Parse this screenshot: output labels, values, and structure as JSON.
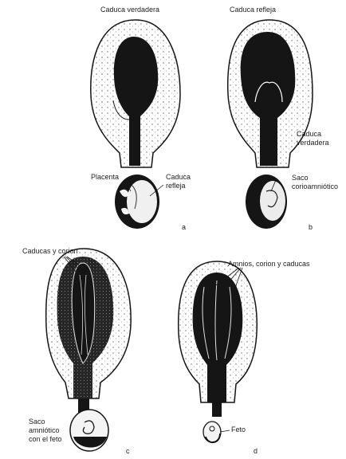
{
  "panels": {
    "a": {
      "letter": "a",
      "top_label": "Caduca verdadera",
      "placenta_label": "Placenta",
      "reflexa_label": "Caduca\nrefleja"
    },
    "b": {
      "letter": "b",
      "top_label": "Caduca refleja",
      "vera_label": "Caduca\nverdadera",
      "sac_label": "Saco\ncorioamniótico"
    },
    "c": {
      "letter": "c",
      "top_label": "Caducas y corion",
      "sac_label": "Saco\namniótico\ncon el feto"
    },
    "d": {
      "letter": "d",
      "top_label": "Amnios, corion y caducas",
      "fetus_label": "Feto"
    }
  },
  "colors": {
    "ink": "#151515",
    "tissue": "#f3f3f3",
    "stipple": "#6a6a6a"
  }
}
